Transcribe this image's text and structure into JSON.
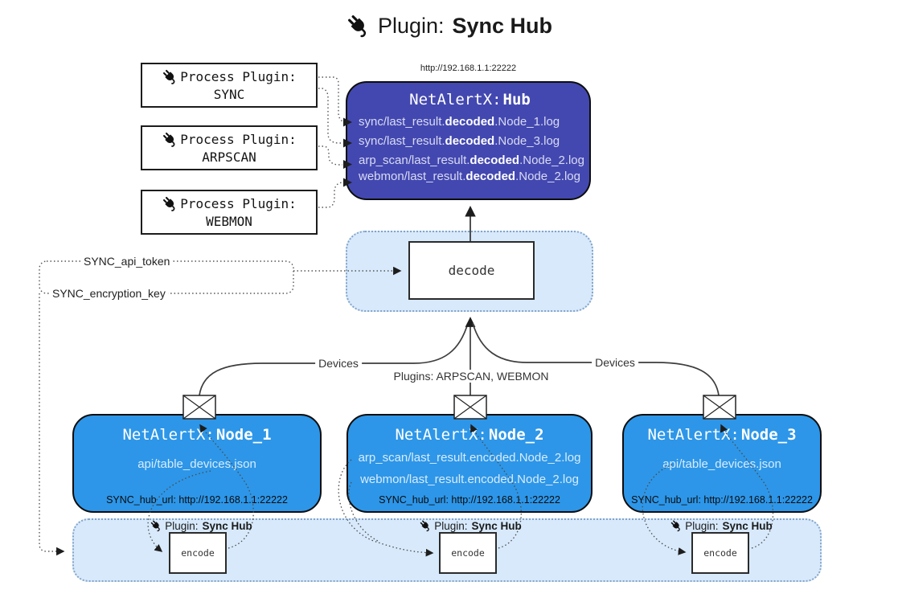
{
  "title": {
    "label": "Plugin:",
    "name": "Sync Hub"
  },
  "hub": {
    "url_label": "http://192.168.1.1:22222",
    "title_label": "NetAlertX:",
    "title_name": "Hub",
    "files": [
      {
        "pre": "sync/last_result.",
        "bold": "decoded",
        "post": ".Node_1.log"
      },
      {
        "pre": "sync/last_result.",
        "bold": "decoded",
        "post": ".Node_3.log"
      },
      {
        "pre": "arp_scan/last_result.",
        "bold": "decoded",
        "post": ".Node_2.log"
      },
      {
        "pre": "webmon/last_result.",
        "bold": "decoded",
        "post": ".Node_2.log"
      }
    ]
  },
  "process_plugins": [
    {
      "label": "Process Plugin:",
      "name": "SYNC"
    },
    {
      "label": "Process Plugin:",
      "name": "ARPSCAN"
    },
    {
      "label": "Process Plugin:",
      "name": "WEBMON"
    }
  ],
  "settings": {
    "api_token": "SYNC_api_token",
    "encryption_key": "SYNC_encryption_key"
  },
  "decode": {
    "label": "decode"
  },
  "edges": {
    "devices_left": "Devices",
    "plugins_middle": "Plugins: ARPSCAN, WEBMON",
    "devices_right": "Devices"
  },
  "nodes": [
    {
      "title_label": "NetAlertX:",
      "title_name": "Node_1",
      "files": [
        "api/table_devices.json"
      ],
      "hub_url": "SYNC_hub_url: http://192.168.1.1:22222"
    },
    {
      "title_label": "NetAlertX:",
      "title_name": "Node_2",
      "files": [
        "arp_scan/last_result.encoded.Node_2.log",
        "webmon/last_result.encoded.Node_2.log"
      ],
      "hub_url": "SYNC_hub_url: http://192.168.1.1:22222"
    },
    {
      "title_label": "NetAlertX:",
      "title_name": "Node_3",
      "files": [
        "api/table_devices.json"
      ],
      "hub_url": "SYNC_hub_url: http://192.168.1.1:22222"
    }
  ],
  "encoder": {
    "plugin_label": "Plugin:",
    "plugin_name": "Sync Hub",
    "encode_label": "encode"
  },
  "colors": {
    "hub_bg": "#4348B0",
    "node_bg": "#2D96E8",
    "panel_bg": "#D7E9FB"
  }
}
